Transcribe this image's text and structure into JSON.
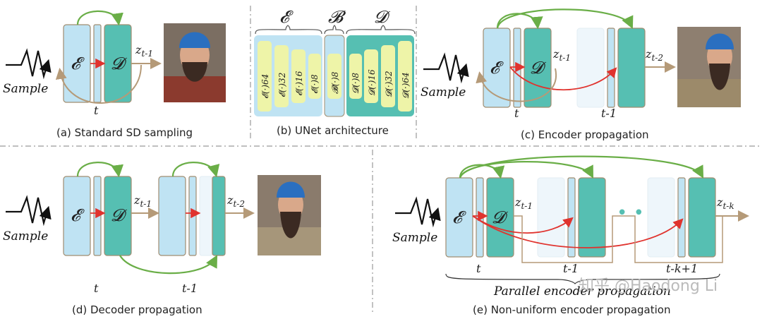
{
  "captions": {
    "a": "(a) Standard SD sampling",
    "b": "(b) UNet architecture",
    "c": "(c) Encoder propagation",
    "d": "(d) Decoder propagation",
    "e": "(e) Non-uniform encoder propagation"
  },
  "labels": {
    "sample": "Sample",
    "E": "𝓔",
    "D": "𝓓",
    "B": "𝓑",
    "t": "t",
    "t_1": "t-1",
    "t_k1": "t-k+1",
    "z_t1": "z",
    "z_t1_sub": "t-1",
    "z_t2_sub": "t-2",
    "z_tk_sub": "t-k",
    "dots": "• • •",
    "parallel": "Parallel encoder propagation"
  },
  "unet": {
    "enc": [
      "𝓔(·)64",
      "𝓔(·)32",
      "𝓔(·)16",
      "𝓔(·)8"
    ],
    "mid": "𝓑(·)8",
    "dec": [
      "𝓓(·)8",
      "𝓓(·)16",
      "𝓓(·)32",
      "𝓓(·)64"
    ]
  },
  "watermark": "知乎 @Haodong Li",
  "colors": {
    "enc_fill": "#bfe3f3",
    "dec_fill": "#56bfb2",
    "faded_fill": "#eef6fb",
    "box_stroke": "#a08d71",
    "green": "#6aae47",
    "red": "#e0332e",
    "tan": "#b59a78",
    "yellow": "#eef4a8"
  }
}
